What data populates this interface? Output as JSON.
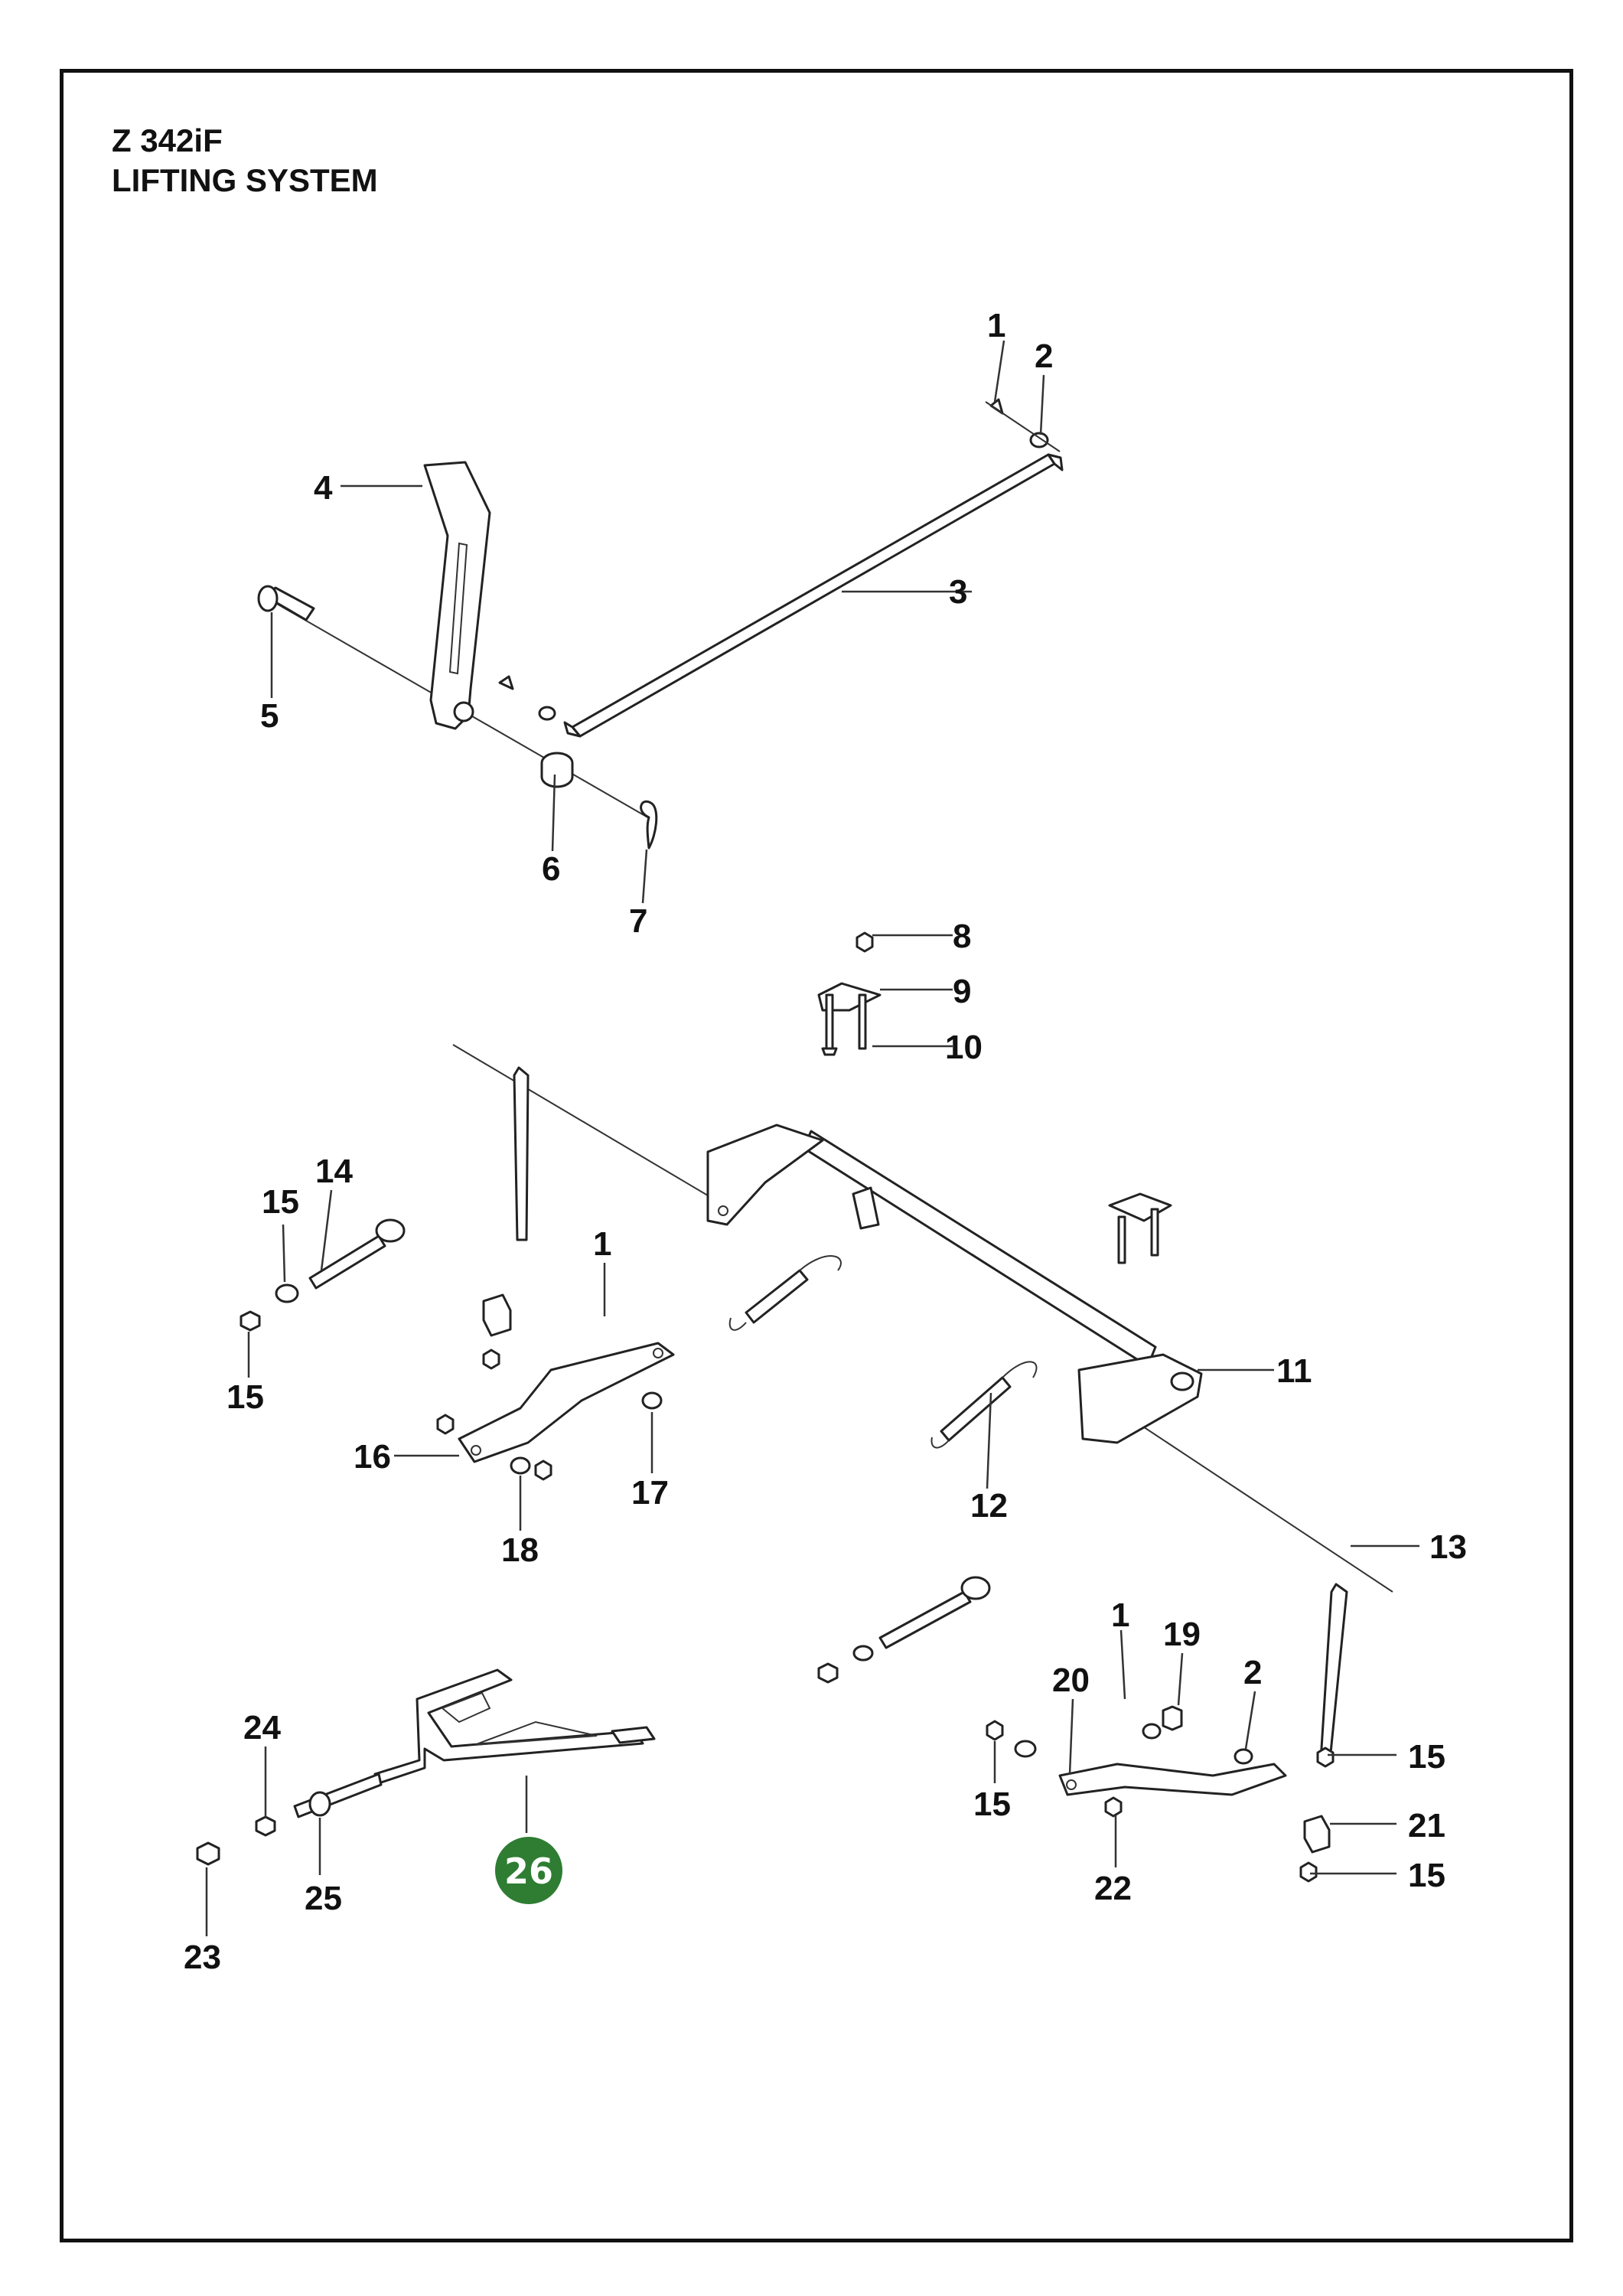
{
  "header": {
    "model": "Z 342iF",
    "section": "LIFTING SYSTEM"
  },
  "highlight": {
    "label": "26",
    "color": "#2e7d32"
  },
  "callouts": {
    "c1a": "1",
    "c2a": "2",
    "c3": "3",
    "c4": "4",
    "c5": "5",
    "c6": "6",
    "c7": "7",
    "c8": "8",
    "c9": "9",
    "c10": "10",
    "c11": "11",
    "c12": "12",
    "c13": "13",
    "c14": "14",
    "c15a": "15",
    "c15b": "15",
    "c1b": "1",
    "c16": "16",
    "c17": "17",
    "c18": "18",
    "c1c": "1",
    "c19": "19",
    "c2b": "2",
    "c20": "20",
    "c15c": "15",
    "c15d": "15",
    "c21": "21",
    "c15e": "15",
    "c22": "22",
    "c24": "24",
    "c25": "25",
    "c23": "23"
  }
}
